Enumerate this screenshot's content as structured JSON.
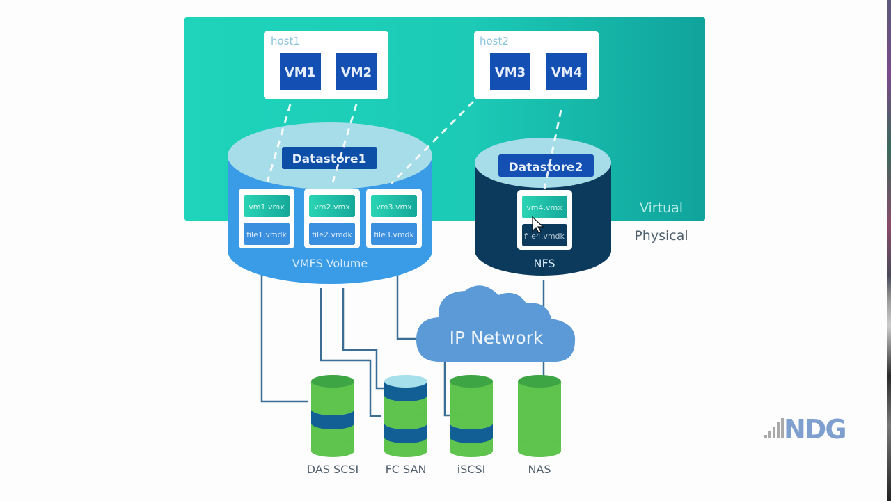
{
  "zones": {
    "virtual_label": "Virtual",
    "physical_label": "Physical"
  },
  "hosts": [
    {
      "name": "host1",
      "vms": [
        "VM1",
        "VM2"
      ]
    },
    {
      "name": "host2",
      "vms": [
        "VM3",
        "VM4"
      ]
    }
  ],
  "datastores": [
    {
      "name": "Datastore1",
      "volume_label": "VMFS Volume",
      "files": [
        {
          "vmx": "vm1.vmx",
          "vmdk": "file1.vmdk"
        },
        {
          "vmx": "vm2.vmx",
          "vmdk": "file2.vmdk"
        },
        {
          "vmx": "vm3.vmx",
          "vmdk": "file3.vmdk"
        }
      ]
    },
    {
      "name": "Datastore2",
      "volume_label": "NFS",
      "files": [
        {
          "vmx": "vm4.vmx",
          "vmdk": "file4.vmdk"
        }
      ]
    }
  ],
  "network": {
    "label": "IP Network"
  },
  "storage": [
    {
      "label": "DAS SCSI"
    },
    {
      "label": "FC SAN"
    },
    {
      "label": "iSCSI"
    },
    {
      "label": "NAS"
    }
  ],
  "logo": {
    "text": "NDG"
  },
  "colors": {
    "virtual_bg_start": "#1fd4bb",
    "virtual_bg_end": "#10a39c",
    "vm_blue": "#1450b4",
    "datastore_label": "#0d4fa6",
    "vmfs_body": "#3a9be6",
    "vmfs_top": "#a7dde8",
    "nfs_body": "#0c3a5c",
    "vmx_teal": "#23c4a8",
    "vmdk_blue": "#3a8fdf",
    "cloud": "#5b9ad6",
    "disk_green": "#5ec44e",
    "disk_dark_green": "#3da544",
    "disk_navy": "#115f94",
    "disk_light": "#a6e0ea",
    "cable": "#3b6e94",
    "label_gray": "#51606e",
    "logo_blue": "#7fa0cf"
  }
}
